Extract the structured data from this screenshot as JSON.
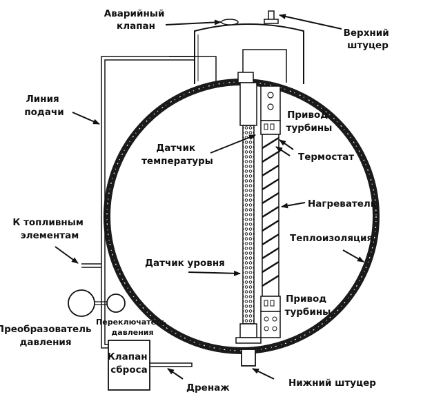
{
  "diagram": {
    "title": "Hydrogen tank schematic",
    "colors": {
      "ink": "#111111",
      "background": "#ffffff",
      "insulation": "#1a1a1a"
    },
    "labels": {
      "emergency_valve": [
        "Аварийный",
        "клапан"
      ],
      "top_fitting": [
        "Верхний",
        "штуцер"
      ],
      "supply_line": [
        "Линия",
        "подачи"
      ],
      "to_fuel_cells": [
        "К топливным",
        "элементам"
      ],
      "pressure_transducer": [
        "Преобразователь",
        "давления"
      ],
      "pressure_switch": [
        "Переключатель",
        "давления"
      ],
      "relief_valve": [
        "Клапан",
        "сброса"
      ],
      "drain": "Дренаж",
      "temperature_sensor": [
        "Датчик",
        "температуры"
      ],
      "turbine_drive_top": [
        "Привод",
        "турбины"
      ],
      "thermostat": "Термостат",
      "heater": "Нагреватель",
      "insulation": "Теплоизоляция",
      "level_sensor": "Датчик уровня",
      "turbine_drive_bottom": [
        "Привод",
        "турбины"
      ],
      "bottom_fitting": "Нижний штуцер"
    }
  }
}
